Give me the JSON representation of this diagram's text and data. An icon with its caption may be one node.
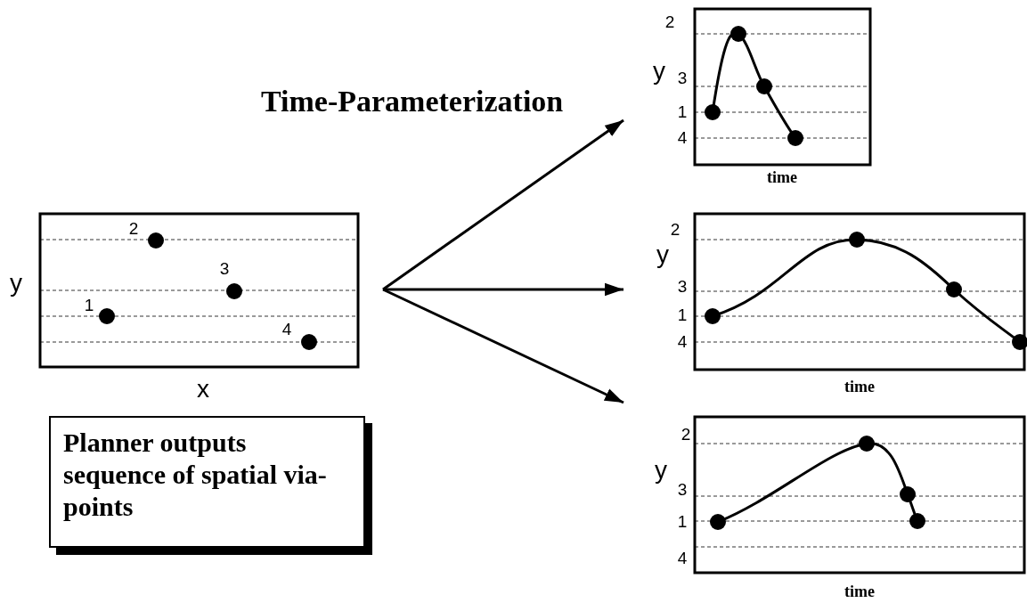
{
  "diagram": {
    "nodes": [
      {
        "text": [],
        "shape": "box"
      },
      {
        "text": [],
        "shape": "box"
      },
      {
        "text": [],
        "shape": "box"
      },
      {
        "text": [],
        "shape": "box"
      },
      {
        "text": [
          "Planner outputs sequence of spatial via-points"
        ]
      }
    ],
    "edges": [
      {
        "from": 0,
        "to": 1,
        "arrow": "to"
      },
      {
        "from": 0,
        "to": 2,
        "arrow": "to"
      },
      {
        "from": 0,
        "to": 3,
        "arrow": "to"
      }
    ],
    "labels": [
      "Time-Parameterization",
      "2",
      "y",
      "3",
      "1",
      "4",
      "time",
      "2",
      "y",
      "3",
      "1",
      "4",
      "time",
      "2",
      "y",
      "3",
      "1",
      "4",
      "x",
      "2",
      "y",
      "3",
      "1",
      "4",
      "time"
    ]
  }
}
